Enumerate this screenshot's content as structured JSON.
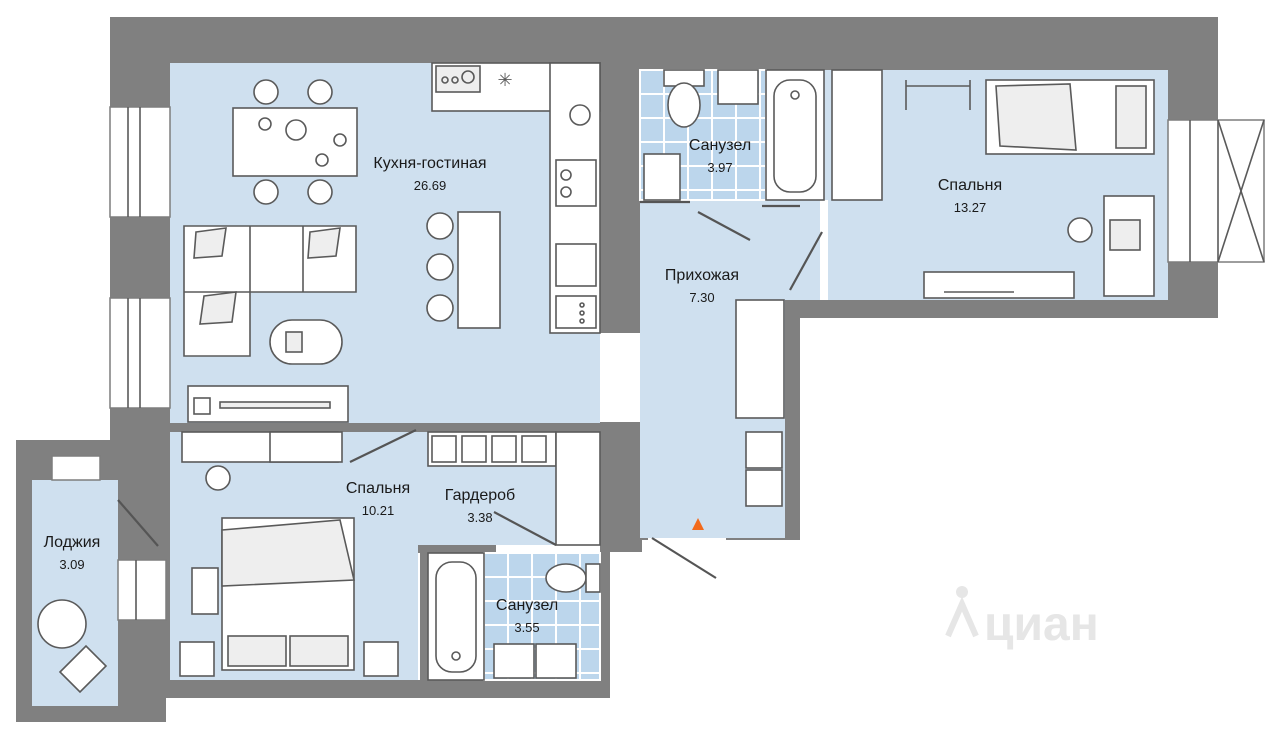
{
  "rooms": {
    "kitchen_living": {
      "name": "Кухня-гостиная",
      "area": "26.69"
    },
    "bathroom_top": {
      "name": "Санузел",
      "area": "3.97"
    },
    "bedroom_right": {
      "name": "Спальня",
      "area": "13.27"
    },
    "hallway": {
      "name": "Прихожая",
      "area": "7.30"
    },
    "bedroom_bottom": {
      "name": "Спальня",
      "area": "10.21"
    },
    "wardrobe": {
      "name": "Гардероб",
      "area": "3.38"
    },
    "bathroom_bottom": {
      "name": "Санузел",
      "area": "3.55"
    },
    "loggia": {
      "name": "Лоджия",
      "area": "3.09"
    }
  },
  "watermark": "циан",
  "colors": {
    "wall": "#808080",
    "floor": "#cfe0ef",
    "tile": "#bcd6ec",
    "entrance_marker": "#f26a1b"
  },
  "icons": [
    "entrance-triangle-icon",
    "cian-logo-icon"
  ]
}
